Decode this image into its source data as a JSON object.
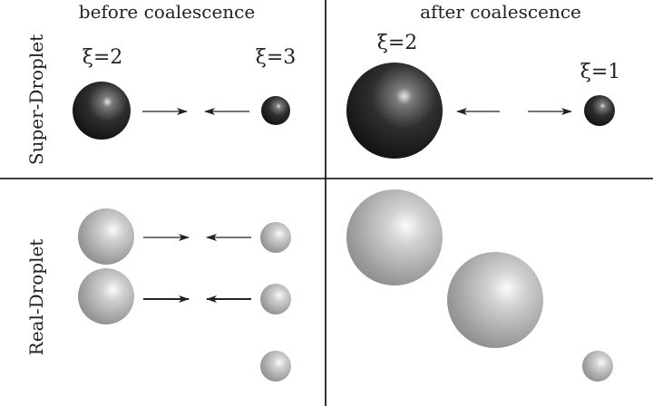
{
  "columns": {
    "before": "before coalescence",
    "after": "after coalescence"
  },
  "rows": {
    "super": "Super-Droplet",
    "real": "Real-Droplet"
  },
  "xi_labels": {
    "before_left": "ξ=2",
    "before_right": "ξ=3",
    "after_left": "ξ=2",
    "after_right": "ξ=1"
  },
  "colors": {
    "super_droplet": "#1a1a1a",
    "real_droplet": "#9a9a9a",
    "divider": "#000000"
  }
}
